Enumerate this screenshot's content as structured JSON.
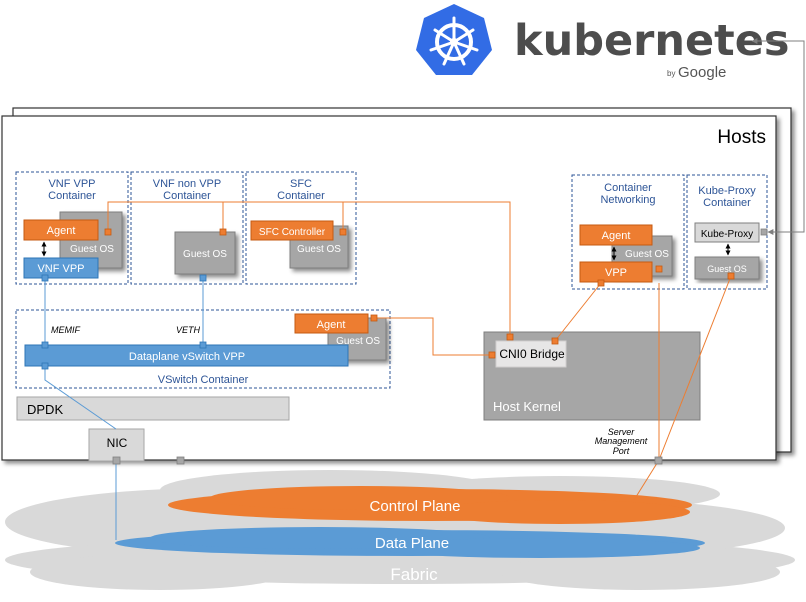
{
  "brand": {
    "wordmark": "kubernetes",
    "by": "by",
    "company": "Google",
    "logo_color": "#326ce5"
  },
  "hosts": {
    "title": "Hosts"
  },
  "containers": {
    "vnf_vpp": {
      "title_line1": "VNF VPP",
      "title_line2": "Container",
      "agent": "Agent",
      "guest_os": "Guest OS",
      "vnf_vpp": "VNF VPP"
    },
    "vnf_non_vpp": {
      "title_line1": "VNF non VPP",
      "title_line2": "Container",
      "guest_os": "Guest OS"
    },
    "sfc": {
      "title_line1": "SFC",
      "title_line2": "Container",
      "controller": "SFC Controller",
      "guest_os": "Guest OS"
    },
    "container_networking": {
      "title_line1": "Container",
      "title_line2": "Networking",
      "agent": "Agent",
      "vpp": "VPP",
      "guest_os": "Guest OS"
    },
    "kube_proxy": {
      "title_line1": "Kube-Proxy",
      "title_line2": "Container",
      "proxy": "Kube-Proxy",
      "guest_os": "Guest OS"
    },
    "vswitch": {
      "title": "VSwitch Container",
      "agent": "Agent",
      "guest_os": "Guest OS",
      "dataplane": "Dataplane vSwitch VPP"
    }
  },
  "labels": {
    "memif": "MEMIF",
    "veth": "VETH",
    "dpdk": "DPDK",
    "nic": "NIC",
    "cni0": "CNI0 Bridge",
    "host_kernel": "Host Kernel",
    "server_mgmt_1": "Server",
    "server_mgmt_2": "Management",
    "server_mgmt_3": "Port"
  },
  "network": {
    "control_plane": "Control Plane",
    "data_plane": "Data Plane",
    "fabric": "Fabric"
  },
  "colors": {
    "orange": "#ed7d31",
    "blue": "#5b9bd5",
    "gray_box": "#a6a6a6",
    "dashed_border": "#2e5597",
    "container_title": "#2e5597"
  }
}
